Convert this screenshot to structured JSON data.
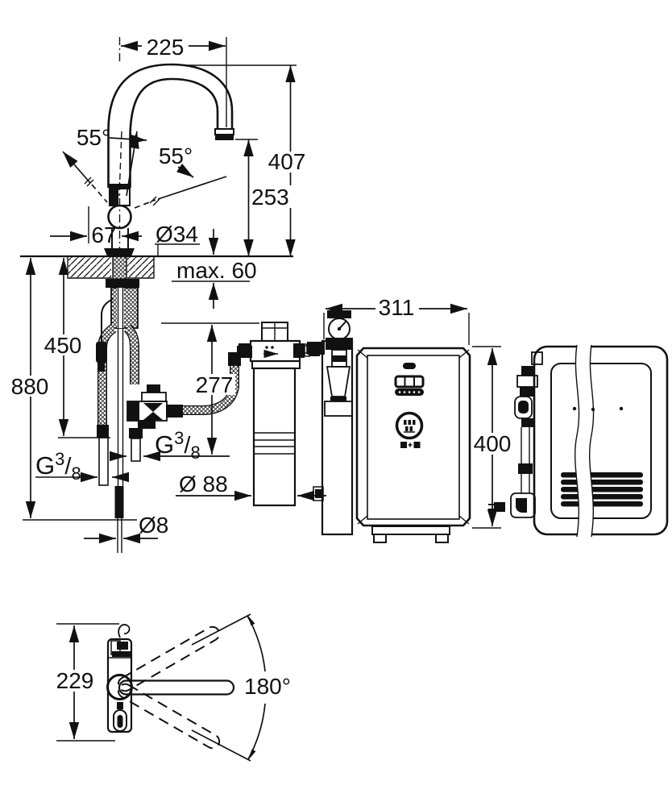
{
  "drawing": {
    "type": "technical-installation-diagram",
    "views": {
      "faucet_front": "kitchen faucet with C-spout, supply hoses, check valve",
      "filter_unit": "filter cartridge with head and gauge bracket",
      "cooler_front": "under-sink cooler/carbonator front view with control panel",
      "cooler_side": "cooler side view with vent slats and hose connections",
      "faucet_top": "faucet top view with 180° swivel range"
    }
  },
  "dimensions": {
    "spout_reach": "225",
    "total_height": "407",
    "outlet_height": "253",
    "lever_angle_left": "55°",
    "lever_angle_right": "55°",
    "lever_offset": "67",
    "shank_diameter": "Ø34",
    "counter_max_thickness": "max. 60",
    "hose_drop": "880",
    "cable_drop": "450",
    "filter_height": "277",
    "filter_diameter": "Ø 88",
    "outlet_tube_diameter": "Ø8",
    "cooler_width": "311",
    "cooler_height": "400",
    "top_body_height": "229",
    "swivel_range": "180°",
    "thread_left": {
      "prefix": "G",
      "numerator": "3",
      "slash": "/",
      "denominator": "8"
    },
    "thread_right": {
      "prefix": "G",
      "numerator": "3",
      "slash": "/",
      "denominator": "8"
    }
  }
}
